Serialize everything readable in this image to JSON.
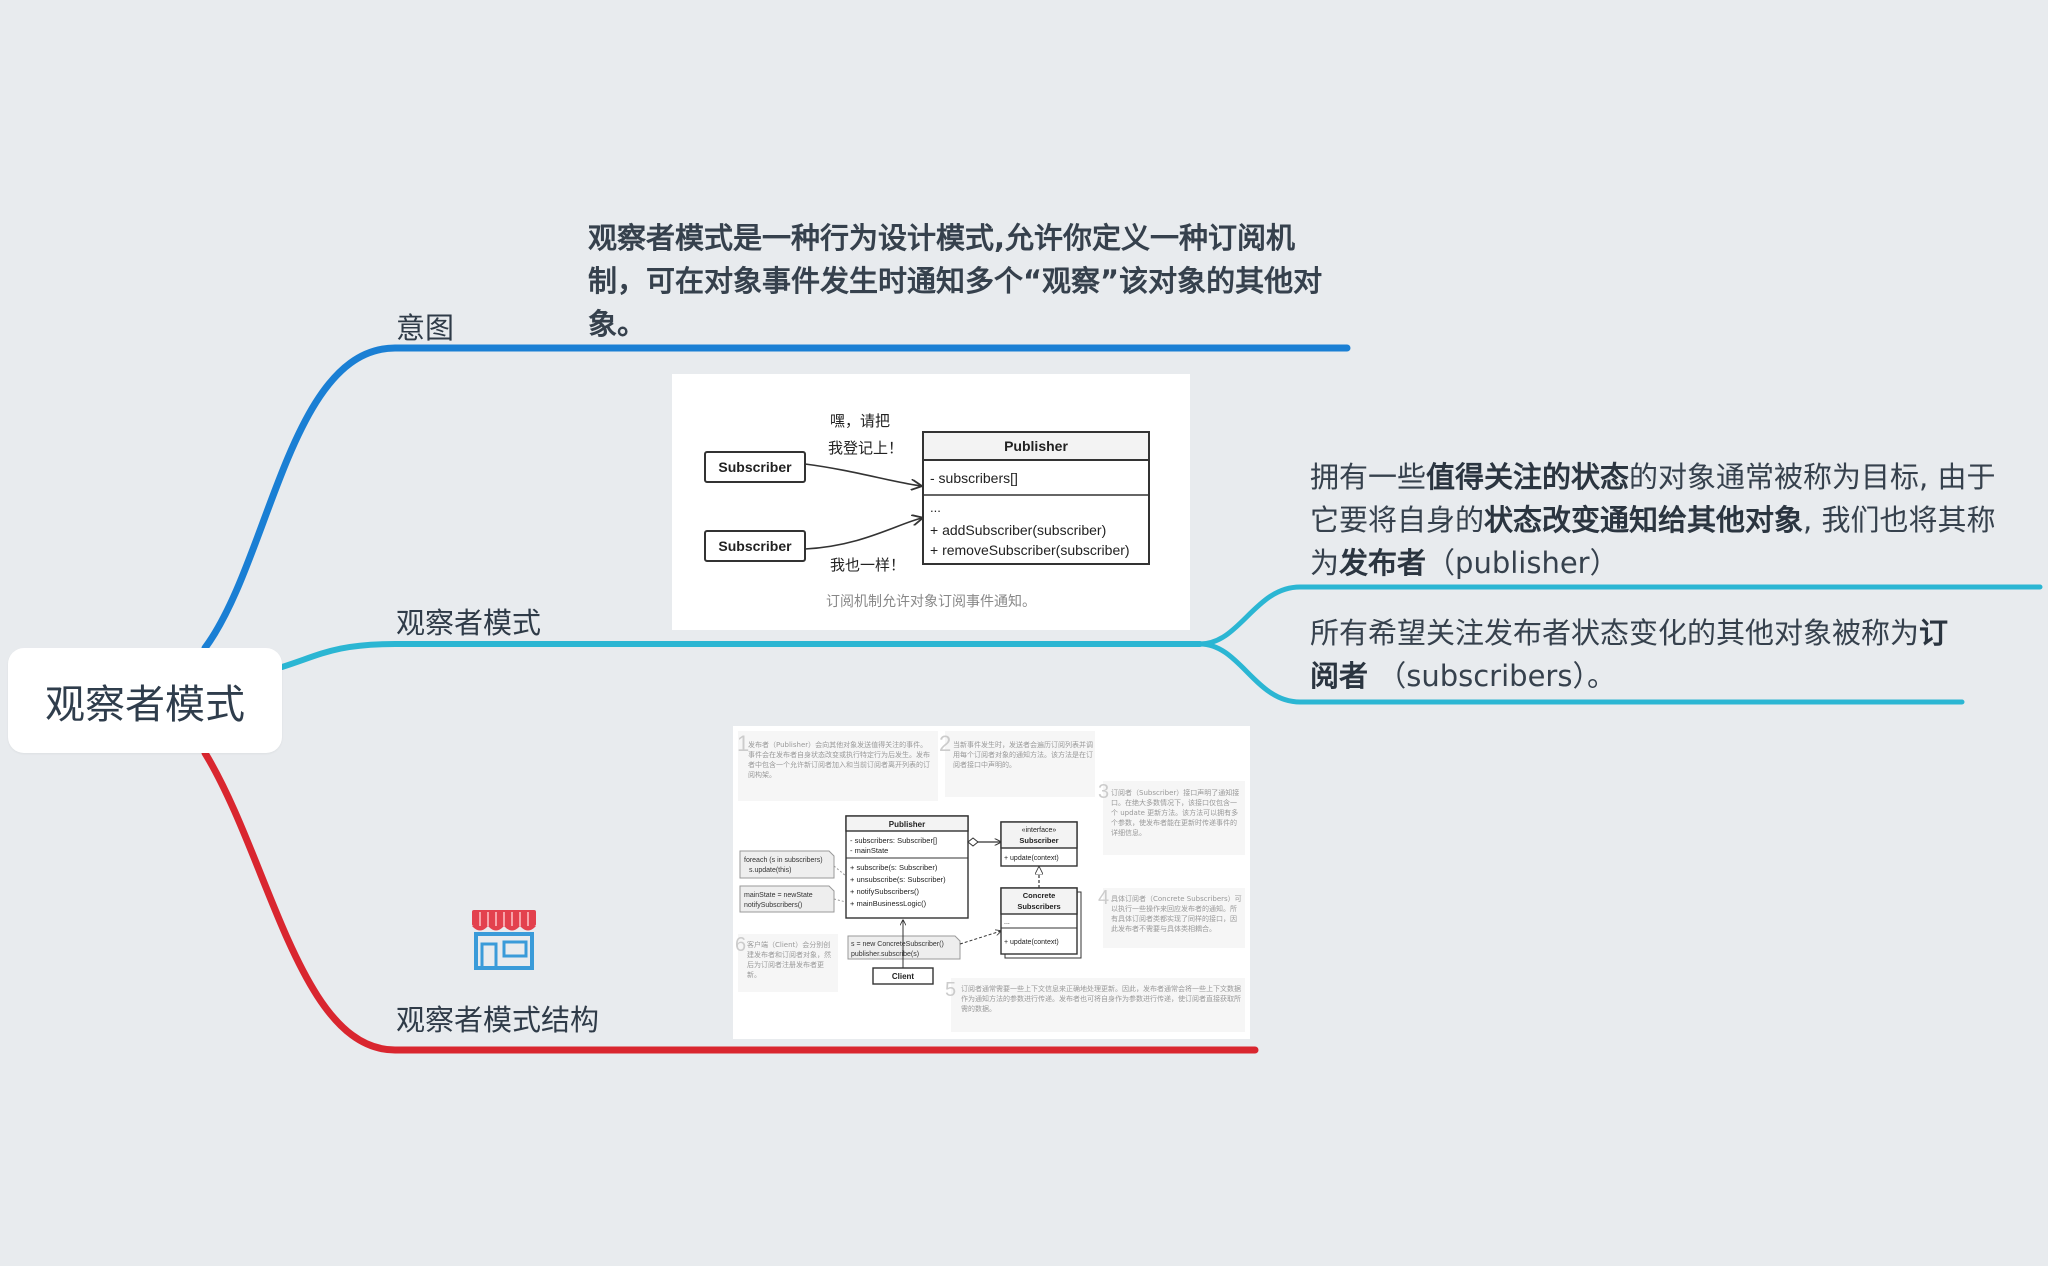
{
  "root": {
    "title": "观察者模式"
  },
  "branches": {
    "intent": {
      "label": "意图",
      "color": "#1a7fd4",
      "text": "观察者模式是一种行为设计模式,允许你定义一种订阅机制，可在对象事件发生时通知多个“观察”该对象的其他对象。"
    },
    "pattern": {
      "label": "观察者模式",
      "color": "#2bb6d3",
      "figure": {
        "subscriber1": "Subscriber",
        "subscriber2": "Subscriber",
        "bubble1_line1": "嘿，请把",
        "bubble1_line2": "我登记上！",
        "bubble2": "我也一样！",
        "publisher_title": "Publisher",
        "publisher_field": "- subscribers[]",
        "publisher_dots": "...",
        "publisher_method1": "+ addSubscriber(subscriber)",
        "publisher_method2": "+ removeSubscriber(subscriber)",
        "caption": "订阅机制允许对象订阅事件通知。"
      },
      "note1": {
        "p1": "拥有一些",
        "b1": "值得关注的状态",
        "p2": "的对象通常被称为目标, 由于它要将自身的",
        "b2": "状态改变通知给其他对象",
        "p3": ", 我们也将其称为",
        "b3": "发布者",
        "p4": "（publisher）"
      },
      "note2": {
        "p1": "所有希望关注发布者状态变化的其他对象被称为",
        "b1": "订阅者",
        "p2": " （subscribers）。"
      }
    },
    "structure": {
      "label": "观察者模式结构",
      "color": "#d9262f",
      "icon": "shop-icon",
      "figure": {
        "num1": "1",
        "desc1": "发布者（Publisher）会向其他对象发送值得关注的事件。事件会在发布者自身状态改变或执行特定行为后发生。发布者中包含一个允许新订阅者加入和当前订阅者离开列表的订阅构架。",
        "num2": "2",
        "desc2": "当新事件发生时，发送者会遍历订阅列表并调用每个订阅者对象的通知方法。该方法是在订阅者接口中声明的。",
        "num3": "3",
        "desc3": "订阅者（Subscriber）接口声明了通知接口。在绝大多数情况下，该接口仅包含一个 update 更新方法。该方法可以拥有多个参数，使发布者能在更新时传递事件的详细信息。",
        "num4": "4",
        "desc4": "具体订阅者（Concrete Subscribers）可以执行一些操作来回应发布者的通知。所有具体订阅者类都实现了同样的接口，因此发布者不需要与具体类相耦合。",
        "num5": "5",
        "desc5": "订阅者通常需要一些上下文信息来正确地处理更新。因此，发布者通常会将一些上下文数据作为通知方法的参数进行传递。发布者也可将自身作为参数进行传递，使订阅者直接获取所需的数据。",
        "num6": "6",
        "desc6": "客户端（Client）会分别创建发布者和订阅者对象，然后为订阅者注册发布者更新。",
        "foreach1": "foreach (s in subscribers)",
        "foreach2": "s.update(this)",
        "mainstate1": "mainState = newState",
        "mainstate2": "notifySubscribers()",
        "pub_title": "Publisher",
        "pub_f1": "- subscribers: Subscriber[]",
        "pub_f2": "- mainState",
        "pub_m1": "+ subscribe(s: Subscriber)",
        "pub_m2": "+ unsubscribe(s: Subscriber)",
        "pub_m3": "+ notifySubscribers()",
        "pub_m4": "+ mainBusinessLogic()",
        "iface_stereo": "«interface»",
        "iface_title": "Subscriber",
        "iface_m1": "+ update(context)",
        "conc_title1": "Concrete",
        "conc_title2": "Subscribers",
        "conc_dots": "...",
        "conc_m1": "+ update(context)",
        "client_code1": "s = new ConcreteSubscriber()",
        "client_code2": "publisher.subscribe(s)",
        "client": "Client"
      }
    }
  }
}
